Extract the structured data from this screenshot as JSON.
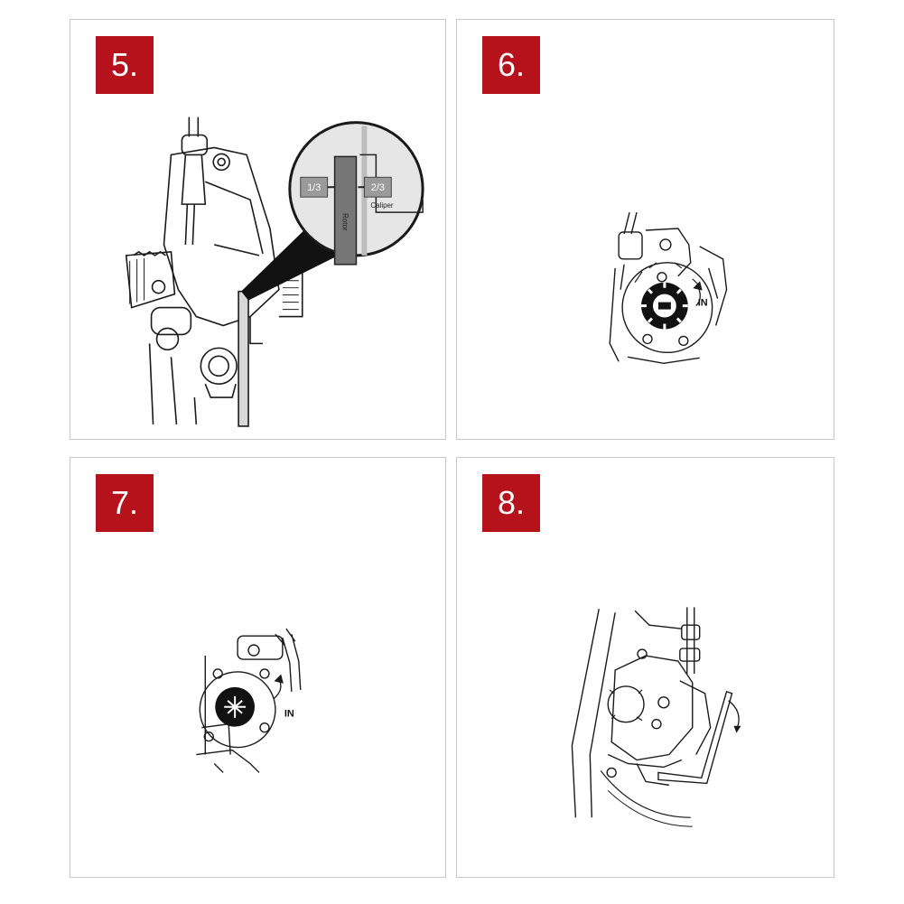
{
  "colors": {
    "badge": "#b5121b",
    "border": "#c9c9c9",
    "line": "#1a1a1a"
  },
  "panels": [
    {
      "step": "5.",
      "labels": {
        "left_gap": "1/3",
        "right_gap": "2/3",
        "rotor": "Rotor",
        "caliper": "Caliper"
      }
    },
    {
      "step": "6.",
      "labels": {
        "direction": "IN"
      }
    },
    {
      "step": "7.",
      "labels": {
        "direction": "IN"
      }
    },
    {
      "step": "8."
    }
  ]
}
